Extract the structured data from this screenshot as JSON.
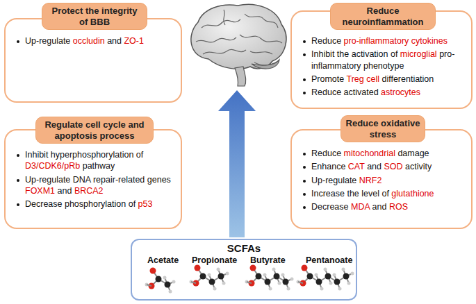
{
  "diagram": {
    "nodes": [
      {
        "text": [
          "Up-regulate occludin and ZO-1"
        ]
      },
      {
        "text": [
          "Protect the integrity of BBB"
        ],
        "in": 0
      },
      {
        "text": [
          "Reduce pro-inflammatory cytokines",
          "Inhibit the activation of microglial pro-inflammatory phenotype",
          "Promote Treg cell differentiation",
          "Reduce activated astrocytes"
        ]
      },
      {
        "text": [
          "Reduce neuroinflammation"
        ],
        "in": 2
      },
      {
        "text": [
          "Inhibit hyperphosphorylation of D3/CDK6/pRb pathway",
          "Up-regulate DNA repair-related genes FOXM1 and BRCA2",
          "Decrease phosphorylation of p53"
        ]
      },
      {
        "text": [
          "Regulate cell cycle and apoptosis process"
        ],
        "in": 4
      },
      {
        "text": [
          "Reduce mitochondrial damage",
          "Enhance CAT and SOD activity",
          "Up-regulate NRF2",
          "Increase the level of glutathione",
          "Decrease MDA and ROS"
        ]
      },
      {
        "text": [
          "Reduce oxidative stress"
        ],
        "in": 6
      },
      {
        "text": [
          "SCFAs",
          "Acetate",
          "Propionate",
          "Butyrate",
          "Pentanoate"
        ]
      }
    ]
  }
}
